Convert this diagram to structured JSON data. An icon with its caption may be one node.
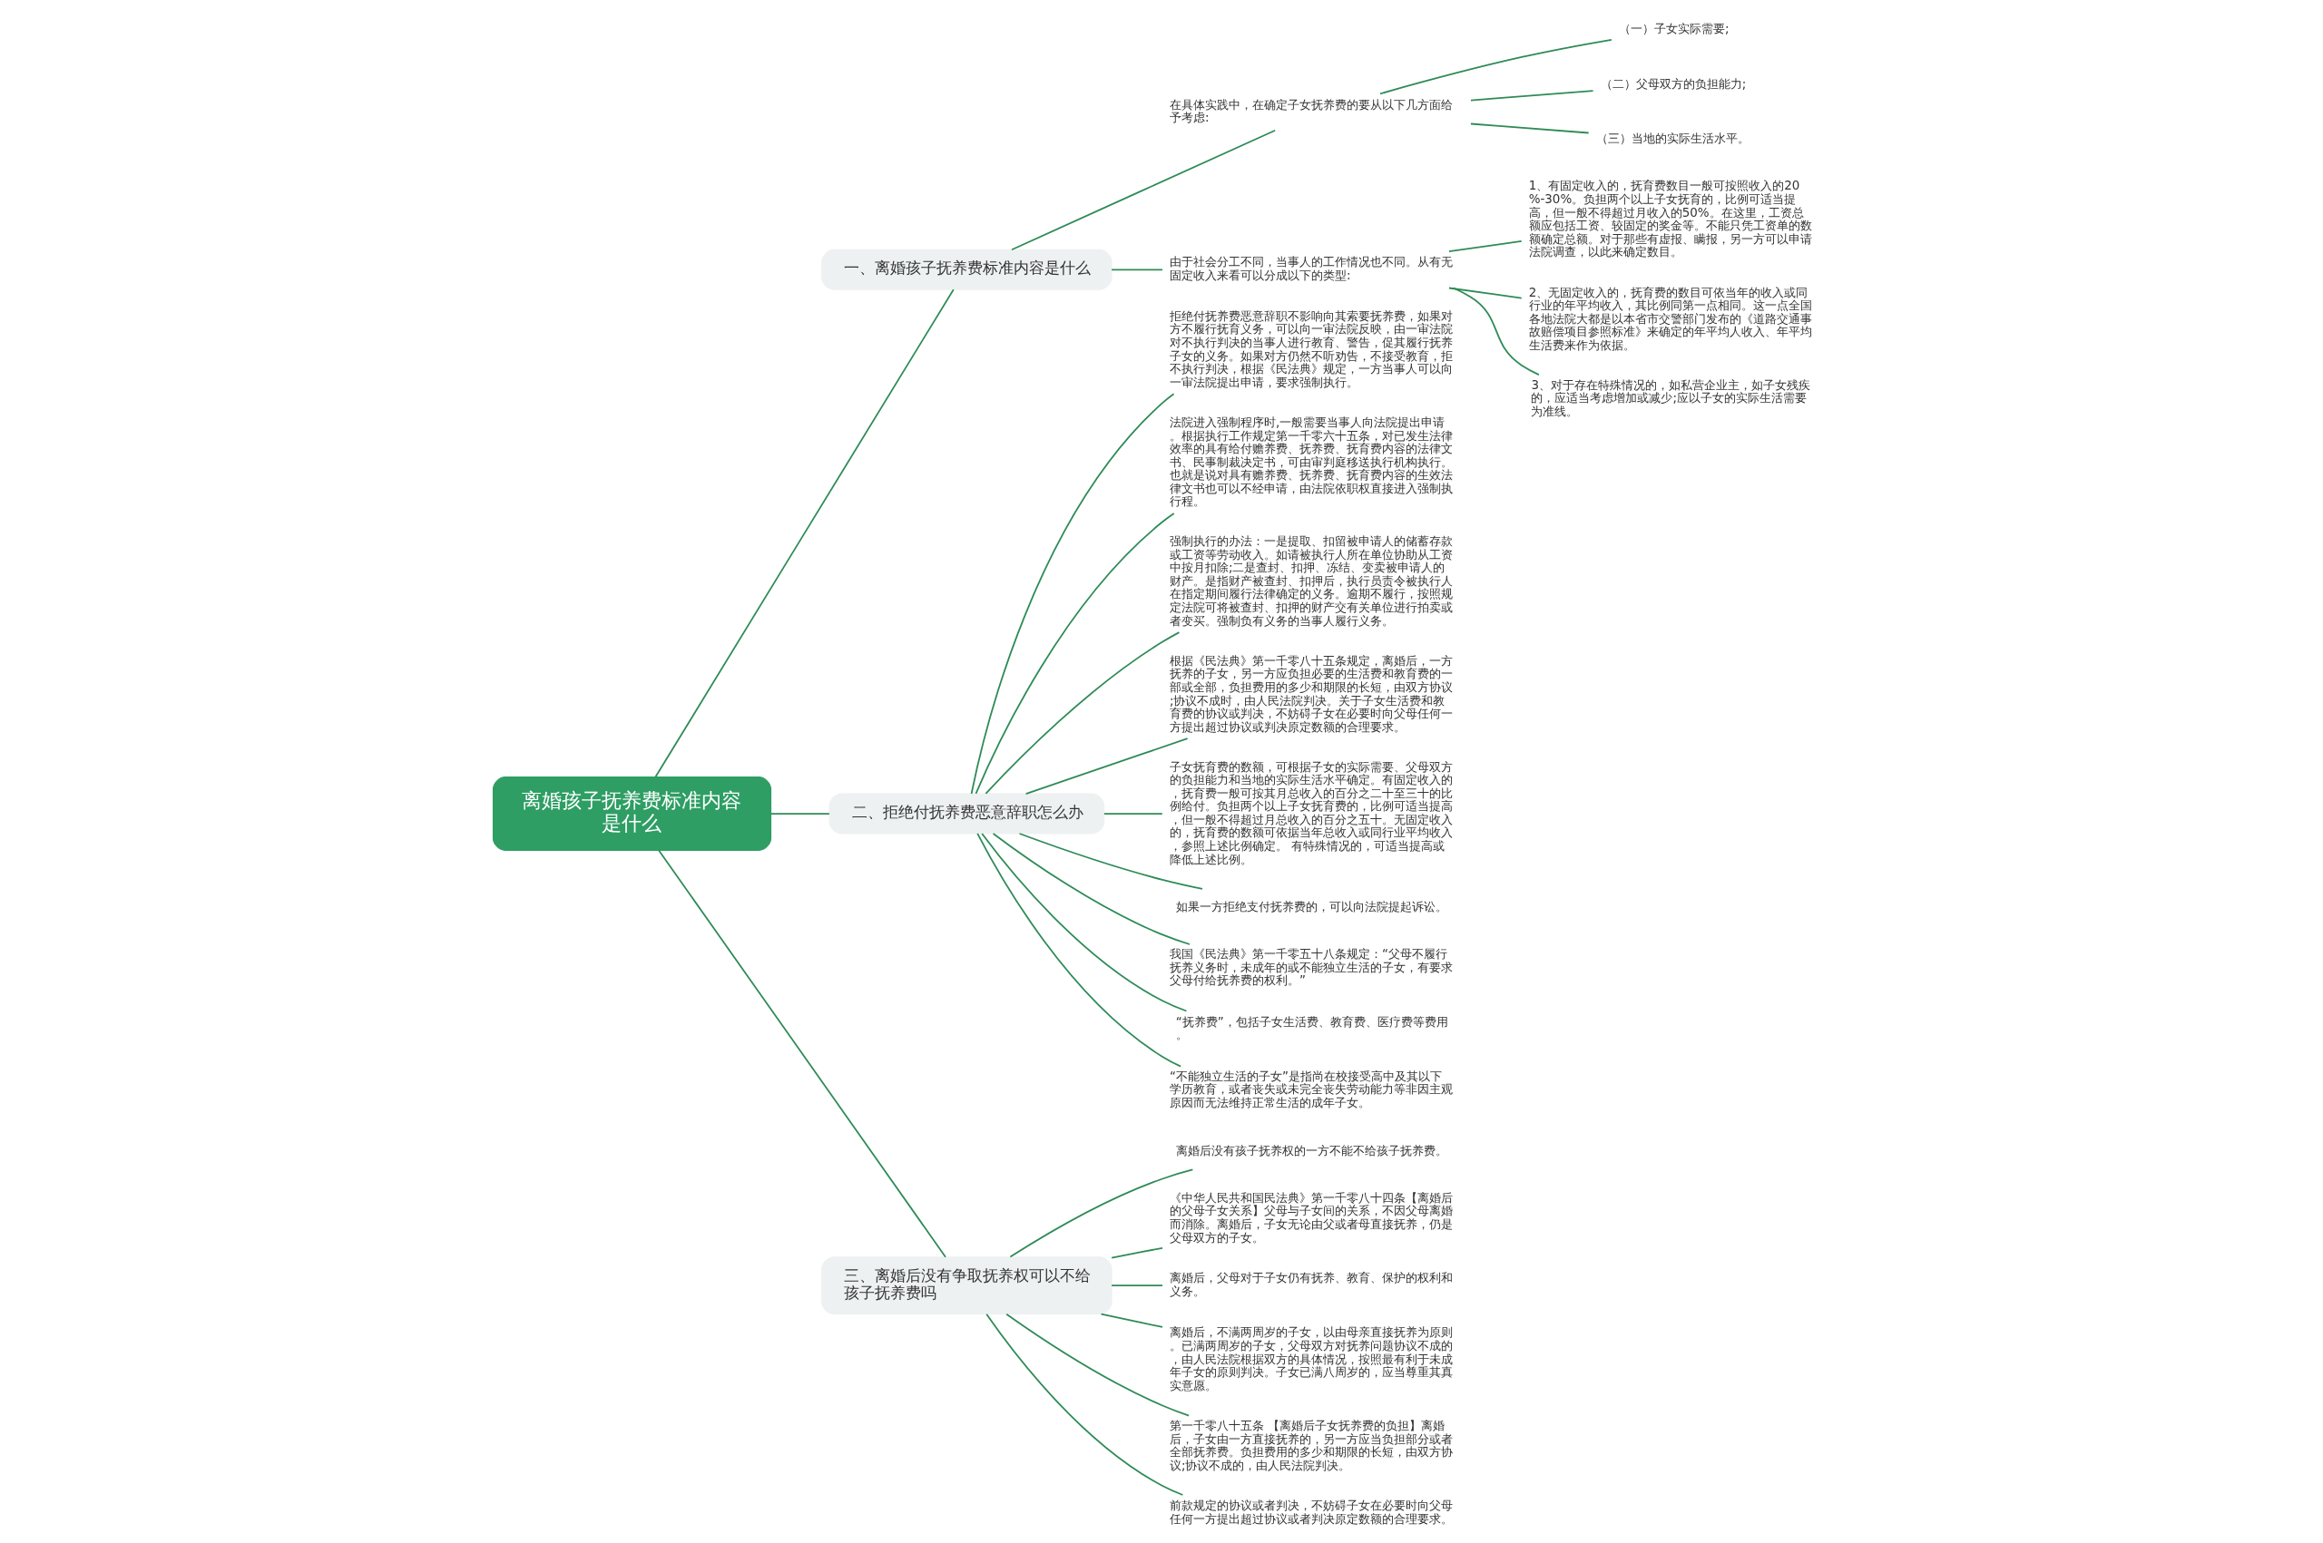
{
  "diagram": {
    "nodes": [
      {
        "text": [
          "离婚孩子抚养费标准内容是什么"
        ]
      },
      {
        "text": [
          "一、离婚孩子抚养费标准内容是什么"
        ]
      },
      {
        "text": [
          "在具体实践中，在确定子女抚养费的要从以下几方面给予考虑:"
        ]
      },
      {
        "text": [
          "（一）子女实际需要;"
        ]
      },
      {
        "text": [
          "（二）父母双方的负担能力;"
        ]
      },
      {
        "text": [
          "（三）当地的实际生活水平。"
        ]
      },
      {
        "text": [
          "由于社会分工不同，当事人的工作情况也不同。从有无固定收入来看可以分成以下的类型:"
        ]
      },
      {
        "text": [
          "1、有固定收入的，抚育费数目一般可按照收入的20%-30%。负担两个以上子女抚育的，比例可适当提高，但一般不得超过月收入的50%。在这里，工资总额应包括工资、较固定的奖金等。不能只凭工资单的数额确定总额。对于那些有虚报、瞒报，另一方可以申请法院调查，以此来确定数目。"
        ]
      },
      {
        "text": [
          "2、无固定收入的，抚育费的数目可依当年的收入或同行业的年平均收入，其比例同第一点相同。这一点全国各地法院大都是以本省市交警部门发布的《道路交通事故赔偿项目参照标准》来确定的年平均人收入、年平均生活费来作为依据。"
        ]
      },
      {
        "text": [
          "3、对于存在特殊情况的，如私营企业主，如子女残疾的，应适当考虑增加或减少;应以子女的实际生活需要为准线。"
        ]
      },
      {
        "text": [
          "二、拒绝付抚养费恶意辞职怎么办"
        ]
      },
      {
        "text": [
          "拒绝付抚养费恶意辞职不影响向其索要抚养费，如果对方不履行抚育义务，可以向一审法院反映，由一审法院对不执行判决的当事人进行教育、警告，促其履行抚养子女的义务。如果对方仍然不听劝告，不接受教育，拒不执行判决，根据《民法典》规定，一方当事人可以向一审法院提出申请，要求强制执行。"
        ]
      },
      {
        "text": [
          "法院进入强制程序时,一般需要当事人向法院提出申请。根据执行工作规定第一千零六十五条，对已发生法律效率的具有给付赡养费、抚养费、抚育费内容的法律文书、民事制裁决定书，可由审判庭移送执行机构执行。也就是说对具有赡养费、抚养费、抚育费内容的生效法律文书也可以不经申请，由法院依职权直接进入强制执行程。"
        ]
      },
      {
        "text": [
          "强制执行的办法：一是提取、扣留被申请人的储蓄存款或工资等劳动收入。如请被执行人所在单位协助从工资中按月扣除;二是查封、扣押、冻结、变卖被申请人的财产。是指财产被查封、扣押后，执行员责令被执行人在指定期间履行法律确定的义务。逾期不履行，按照规定法院可将被查封、扣押的财产交有关单位进行拍卖或者变买。强制负有义务的当事人履行义务。"
        ]
      },
      {
        "text": [
          "根据《民法典》第一千零八十五条规定，离婚后，一方抚养的子女，另一方应负担必要的生活费和教育费的一部或全部，负担费用的多少和期限的长短，由双方协议;协议不成时，由人民法院判决。关于子女生活费和教育费的协议或判决，不妨碍子女在必要时向父母任何一方提出超过协议或判决原定数额的合理要求。"
        ]
      },
      {
        "text": [
          "子女抚育费的数额，可根据子女的实际需要、父母双方的负担能力和当地的实际生活水平确定。有固定收入的，抚育费一般可按其月总收入的百分之二十至三十的比例给付。负担两个以上子女抚育费的，比例可适当提高，但一般不得超过月总收入的百分之五十。无固定收入的，抚育费的数额可依据当年总收入或同行业平均收入，参照上述比例确定。 有特殊情况的，可适当提高或降低上述比例。"
        ]
      },
      {
        "text": [
          "如果一方拒绝支付抚养费的，可以向法院提起诉讼。"
        ]
      },
      {
        "text": [
          "我国《民法典》第一千零五十八条规定：“父母不履行抚养义务时，未成年的或不能独立生活的子女，有要求父母付给抚养费的权利。”"
        ]
      },
      {
        "text": [
          "“抚养费”，包括子女生活费、教育费、医疗费等费用。"
        ]
      },
      {
        "text": [
          "“不能独立生活的子女”是指尚在校接受高中及其以下学历教育，或者丧失或未完全丧失劳动能力等非因主观原因而无法维持正常生活的成年子女。"
        ]
      },
      {
        "text": [
          "三、离婚后没有争取抚养权可以不给孩子抚养费吗"
        ]
      },
      {
        "text": [
          "离婚后没有孩子抚养权的一方不能不给孩子抚养费。"
        ]
      },
      {
        "text": [
          "《中华人民共和国民法典》第一千零八十四条【离婚后的父母子女关系】父母与子女间的关系，不因父母离婚而消除。离婚后，子女无论由父或者母直接抚养，仍是父母双方的子女。"
        ]
      },
      {
        "text": [
          "离婚后，父母对于子女仍有抚养、教育、保护的权利和义务。"
        ]
      },
      {
        "text": [
          "离婚后，不满两周岁的子女，以由母亲直接抚养为原则。已满两周岁的子女，父母双方对抚养问题协议不成的，由人民法院根据双方的具体情况，按照最有利于未成年子女的原则判决。子女已满八周岁的，应当尊重其真实意愿。"
        ]
      },
      {
        "text": [
          "第一千零八十五条 【离婚后子女抚养费的负担】离婚后，子女由一方直接抚养的，另一方应当负担部分或者全部抚养费。负担费用的多少和期限的长短，由双方协议;协议不成的，由人民法院判决。"
        ]
      },
      {
        "text": [
          "前款规定的协议或者判决，不妨碍子女在必要时向父母任何一方提出超过协议或者判决原定数额的合理要求。"
        ]
      }
    ],
    "edges": [
      {
        "from": 0,
        "to": 1,
        "arrow": "none"
      },
      {
        "from": 1,
        "to": 2,
        "arrow": "none"
      },
      {
        "from": 2,
        "to": 3,
        "arrow": "none"
      },
      {
        "from": 2,
        "to": 4,
        "arrow": "none"
      },
      {
        "from": 2,
        "to": 5,
        "arrow": "none"
      },
      {
        "from": 1,
        "to": 6,
        "arrow": "none"
      },
      {
        "from": 6,
        "to": 7,
        "arrow": "none"
      },
      {
        "from": 6,
        "to": 8,
        "arrow": "none"
      },
      {
        "from": 6,
        "to": 9,
        "arrow": "none"
      },
      {
        "from": 0,
        "to": 10,
        "arrow": "none"
      },
      {
        "from": 10,
        "to": 11,
        "arrow": "none"
      },
      {
        "from": 10,
        "to": 12,
        "arrow": "none"
      },
      {
        "from": 10,
        "to": 13,
        "arrow": "none"
      },
      {
        "from": 10,
        "to": 14,
        "arrow": "none"
      },
      {
        "from": 10,
        "to": 15,
        "arrow": "none"
      },
      {
        "from": 10,
        "to": 16,
        "arrow": "none"
      },
      {
        "from": 10,
        "to": 17,
        "arrow": "none"
      },
      {
        "from": 10,
        "to": 18,
        "arrow": "none"
      },
      {
        "from": 10,
        "to": 19,
        "arrow": "none"
      },
      {
        "from": 0,
        "to": 20,
        "arrow": "none"
      },
      {
        "from": 20,
        "to": 21,
        "arrow": "none"
      },
      {
        "from": 20,
        "to": 22,
        "arrow": "none"
      },
      {
        "from": 20,
        "to": 23,
        "arrow": "none"
      },
      {
        "from": 20,
        "to": 24,
        "arrow": "none"
      },
      {
        "from": 20,
        "to": 25,
        "arrow": "none"
      },
      {
        "from": 20,
        "to": 26,
        "arrow": "none"
      }
    ]
  }
}
